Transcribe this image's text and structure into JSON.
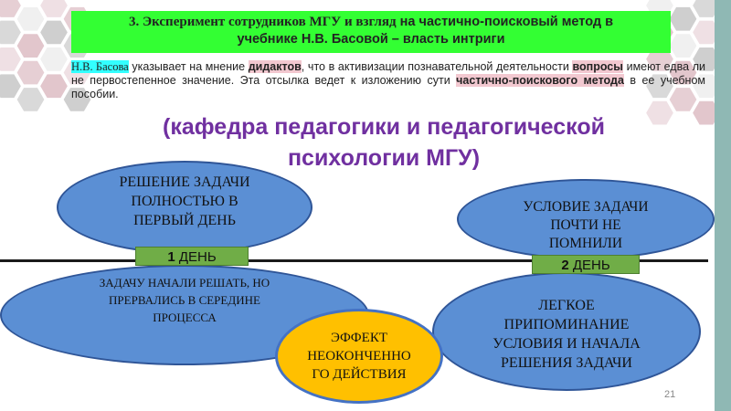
{
  "colors": {
    "title_bg": "#33ff33",
    "subtitle": "#7030a0",
    "ellipse_blue": "#5b8fd4",
    "ellipse_gold": "#ffc000",
    "day_green": "#70ad47",
    "highlight_cyan": "#33ffff",
    "highlight_pink": "#f2c8d0"
  },
  "title": {
    "line1_serif": "3. Эксперимент сотрудников МГУ и взгляд",
    "line1_sans": " на частично-поисковый метод в",
    "line2": "учебнике Н.В. Басовой – власть интриги"
  },
  "paragraph": {
    "author": "Н.В. Басова",
    "t1": " указывает на мнение ",
    "h1": "дидактов",
    "t2": ", что в активизации познавательной деятельности ",
    "h2": "вопросы",
    "t3": " имеют едва ли не первостепенное значение. Эта отсылка ведет к изложению сути ",
    "h3": "частично-поискового метода",
    "t4": " в ее учебном пособии."
  },
  "subtitle": {
    "line1": "(кафедра педагогики и педагогической",
    "line2": "психологии МГУ)"
  },
  "ellipses": {
    "full_solution": [
      "РЕШЕНИЕ ЗАДАЧИ",
      "ПОЛНОСТЬЮ В",
      "ПЕРВЫЙ ДЕНЬ"
    ],
    "forgot_condition": [
      "УСЛОВИЕ ЗАДАЧИ",
      "ПОЧТИ НЕ",
      "ПОМНИЛИ"
    ],
    "interrupted": [
      "ЗАДАЧУ НАЧАЛИ РЕШАТЬ, НО",
      "ПРЕРВАЛИСЬ В СЕРЕДИНЕ",
      "ПРОЦЕССА"
    ],
    "easy_recall": [
      "ЛЕГКОЕ",
      "ПРИПОМИНАНИЕ",
      "УСЛОВИЯ И НАЧАЛА",
      "РЕШЕНИЯ ЗАДАЧИ"
    ],
    "effect": [
      "ЭФФЕКТ",
      "НЕОКОНЧЕННО",
      "ГО ДЕЙСТВИЯ"
    ]
  },
  "days": {
    "day1_num": "1",
    "day1_word": " ДЕНЬ",
    "day2_num": "2",
    "day2_word": " ДЕНЬ"
  },
  "slide_number": "21"
}
